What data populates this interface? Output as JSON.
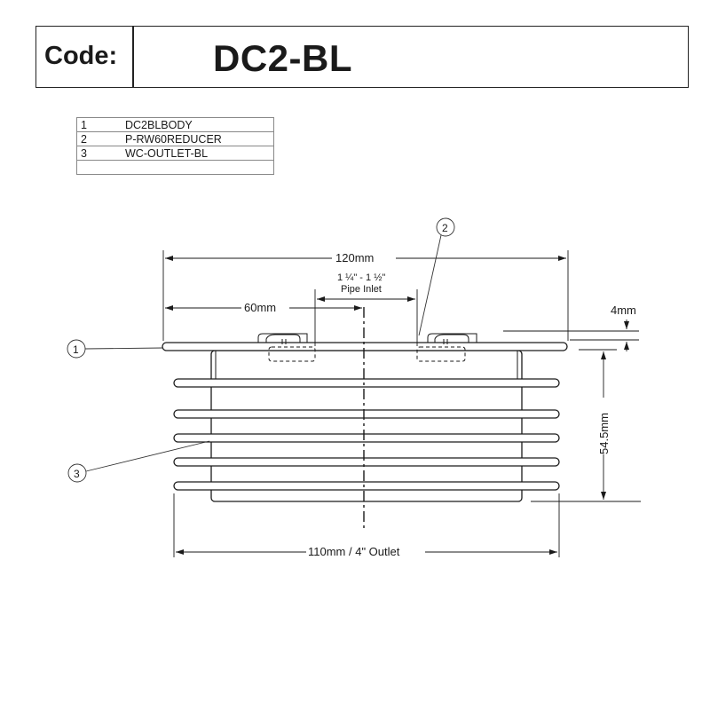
{
  "header": {
    "code_label": "Code:",
    "code_value": "DC2-BL"
  },
  "parts_list": [
    {
      "num": "1",
      "name": "DC2BLBODY"
    },
    {
      "num": "2",
      "name": "P-RW60REDUCER"
    },
    {
      "num": "3",
      "name": "WC-OUTLET-BL"
    },
    {
      "num": "",
      "name": ""
    }
  ],
  "dimensions": {
    "overall_width": "120mm",
    "inlet_line1": "1 ¼\" - 1 ½\"",
    "inlet_line2": "Pipe Inlet",
    "half_width": "60mm",
    "flange_thickness": "4mm",
    "height": "54.5mm",
    "outlet": "110mm / 4\" Outlet"
  },
  "callouts": {
    "body": "1",
    "reducer": "2",
    "outlet": "3"
  },
  "colors": {
    "line": "#1a1a1a",
    "thin_line": "#555555"
  }
}
